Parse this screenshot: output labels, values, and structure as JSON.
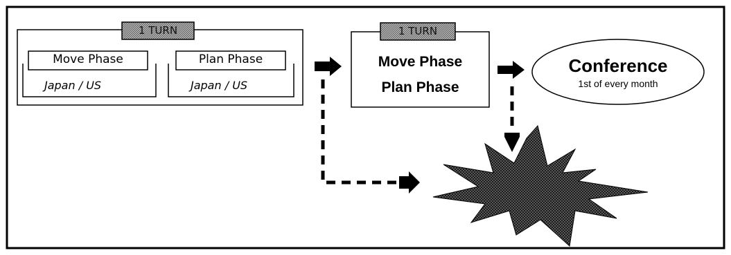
{
  "turn_group": {
    "tab_label": "1 TURN",
    "move_phase": {
      "title": "Move Phase",
      "subtitle": "Japan / US"
    },
    "plan_phase": {
      "title": "Plan Phase",
      "subtitle": "Japan / US"
    }
  },
  "merged_turn": {
    "tab_label": "1 TURN",
    "line1": "Move Phase",
    "line2": "Plan Phase"
  },
  "conference": {
    "title": "Conference",
    "subtitle": "1st of every month"
  },
  "colors": {
    "tab_fill": "#9a9a9a",
    "burst_fill": "#3a3a3a",
    "line": "#000000",
    "background": "#ffffff"
  }
}
